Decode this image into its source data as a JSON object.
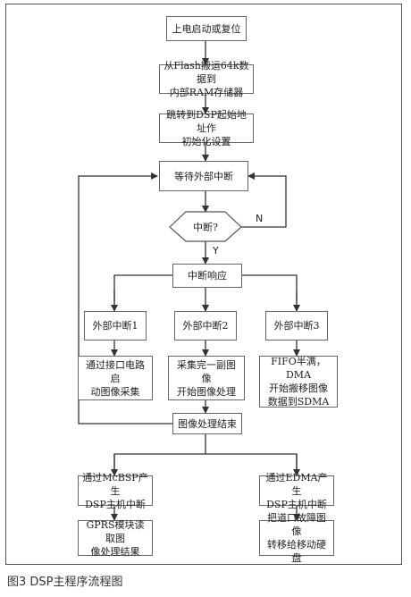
{
  "nodes": {
    "power_on": "上电启动或复位",
    "flash_copy": "从Flash搬运64k数据到\n内部RAM存储器",
    "jump_init": "跳转到DSP起始地址作\n初始化设置",
    "wait_interrupt": "等待外部中断",
    "decision": "中断?",
    "interrupt_response": "中断响应",
    "ext_int1": "外部中断1",
    "ext_int2": "外部中断2",
    "ext_int3": "外部中断3",
    "capture_start": "通过接口电路启\n动图像采集",
    "process_start": "采集完一副图像\n开始图像处理",
    "fifo_dma": "FIFO半满，DMA\n开始搬移图像\n数据到SDMA",
    "process_end": "图像处理结束",
    "mcbsp_interrupt": "通过McBSP产生\nDSP主机中断",
    "edma_interrupt": "通过EDMA产生\nDSP主机中断",
    "gprs_read": "GPRS模块读取图\n像处理结果",
    "fault_image": "把道口故障图像\n转移给移动硬盘"
  },
  "labels": {
    "yes": "Y",
    "no": "N"
  },
  "caption": "图3  DSP主程序流程图"
}
